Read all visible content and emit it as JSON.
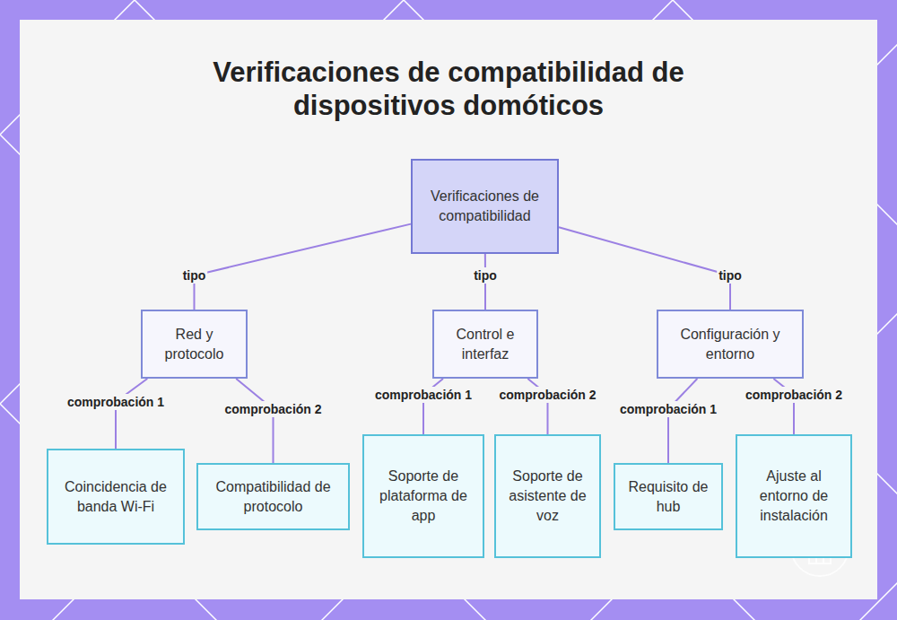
{
  "diagram": {
    "title": "Verificaciones de compatibilidad de dispositivos domóticos",
    "nodes": [
      {
        "text": [
          "Verificaciones de compatibilidad"
        ]
      },
      {
        "text": [
          "Red y protocolo"
        ]
      },
      {
        "text": [
          "Control e interfaz"
        ]
      },
      {
        "text": [
          "Configuración y entorno"
        ]
      },
      {
        "text": [
          "Coincidencia de banda Wi-Fi"
        ]
      },
      {
        "text": [
          "Compatibilidad de protocolo"
        ]
      },
      {
        "text": [
          "Soporte de plataforma de app"
        ]
      },
      {
        "text": [
          "Soporte de asistente de voz"
        ]
      },
      {
        "text": [
          "Requisito de hub"
        ]
      },
      {
        "text": [
          "Ajuste al entorno de instalación"
        ]
      }
    ],
    "edges": [
      {
        "from": 0,
        "to": 1,
        "arrow": "none",
        "label": "tipo"
      },
      {
        "from": 0,
        "to": 2,
        "arrow": "none",
        "label": "tipo"
      },
      {
        "from": 0,
        "to": 3,
        "arrow": "none",
        "label": "tipo"
      },
      {
        "from": 1,
        "to": 4,
        "arrow": "none",
        "label": "comprobación 1"
      },
      {
        "from": 1,
        "to": 5,
        "arrow": "none",
        "label": "comprobación 2"
      },
      {
        "from": 2,
        "to": 6,
        "arrow": "none",
        "label": "comprobación 1"
      },
      {
        "from": 2,
        "to": 7,
        "arrow": "none",
        "label": "comprobación 2"
      },
      {
        "from": 3,
        "to": 8,
        "arrow": "none",
        "label": "comprobación 1"
      },
      {
        "from": 3,
        "to": 9,
        "arrow": "none",
        "label": "comprobación 2"
      }
    ]
  }
}
